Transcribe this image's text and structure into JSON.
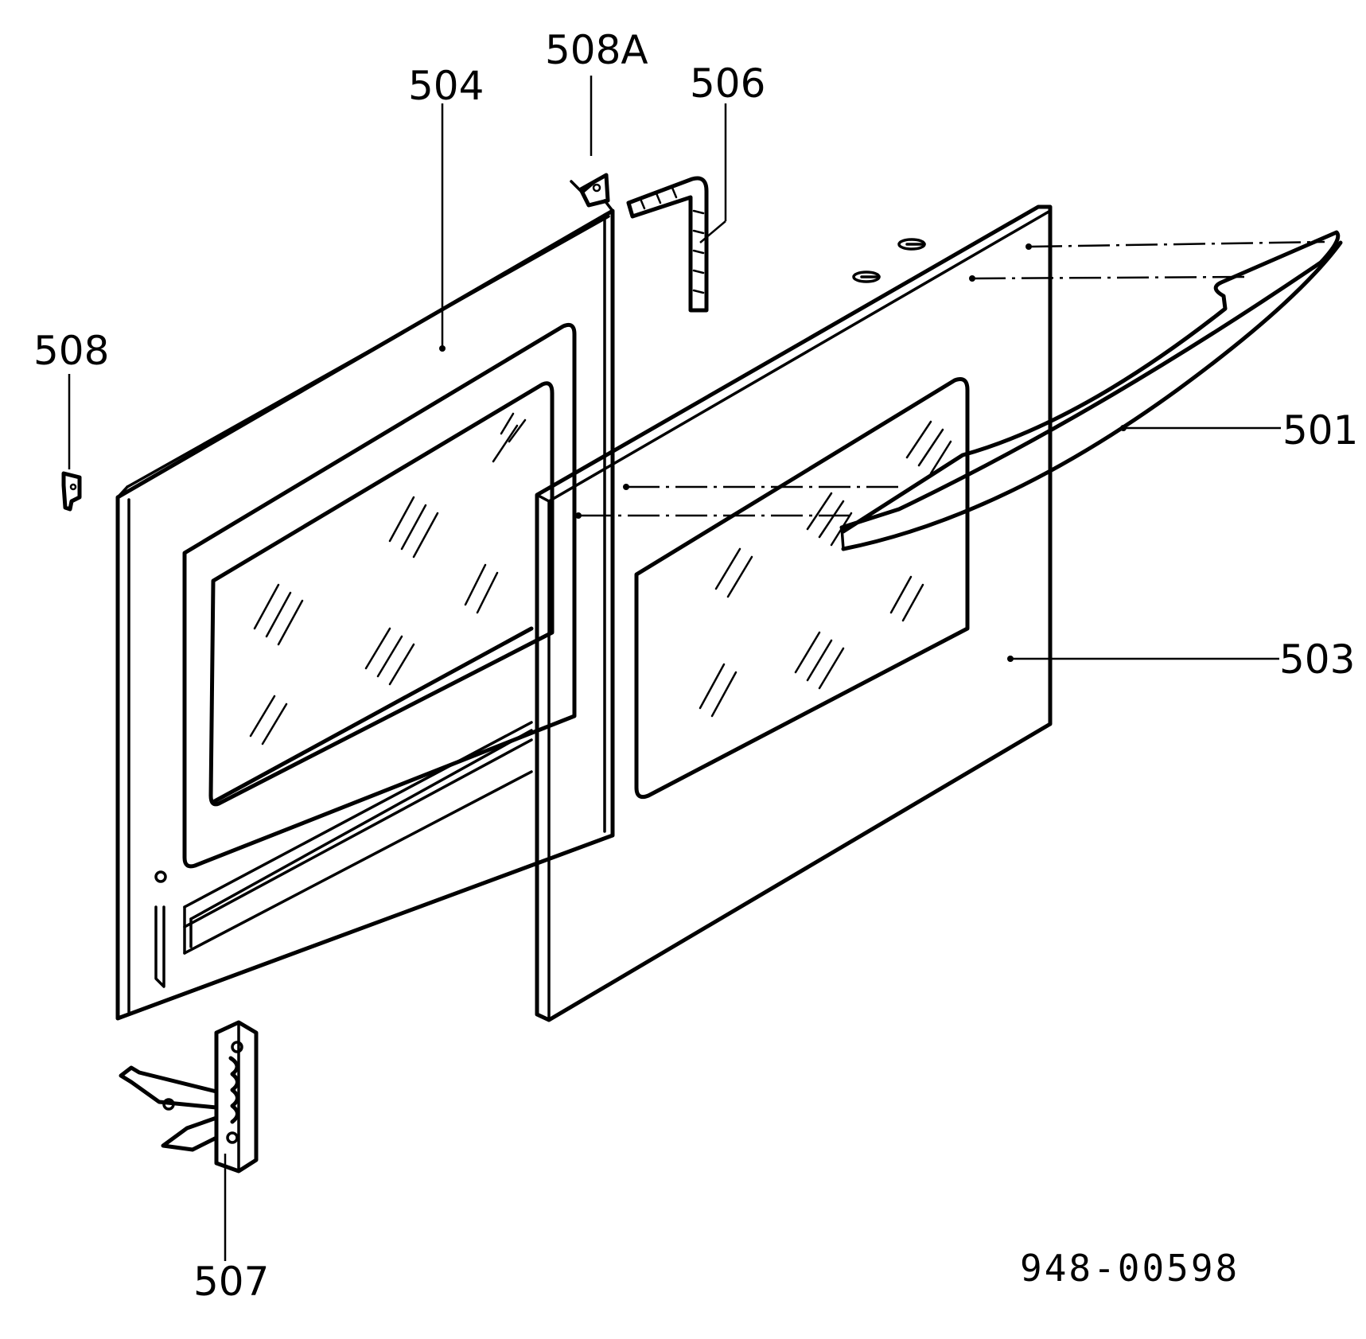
{
  "part_labels": {
    "p501": "501",
    "p503": "503",
    "p504": "504",
    "p506": "506",
    "p507": "507",
    "p508": "508",
    "p508a": "508A"
  },
  "drawing_number": "948-00598",
  "colors": {
    "ink": "#000000",
    "paper": "#ffffff"
  }
}
